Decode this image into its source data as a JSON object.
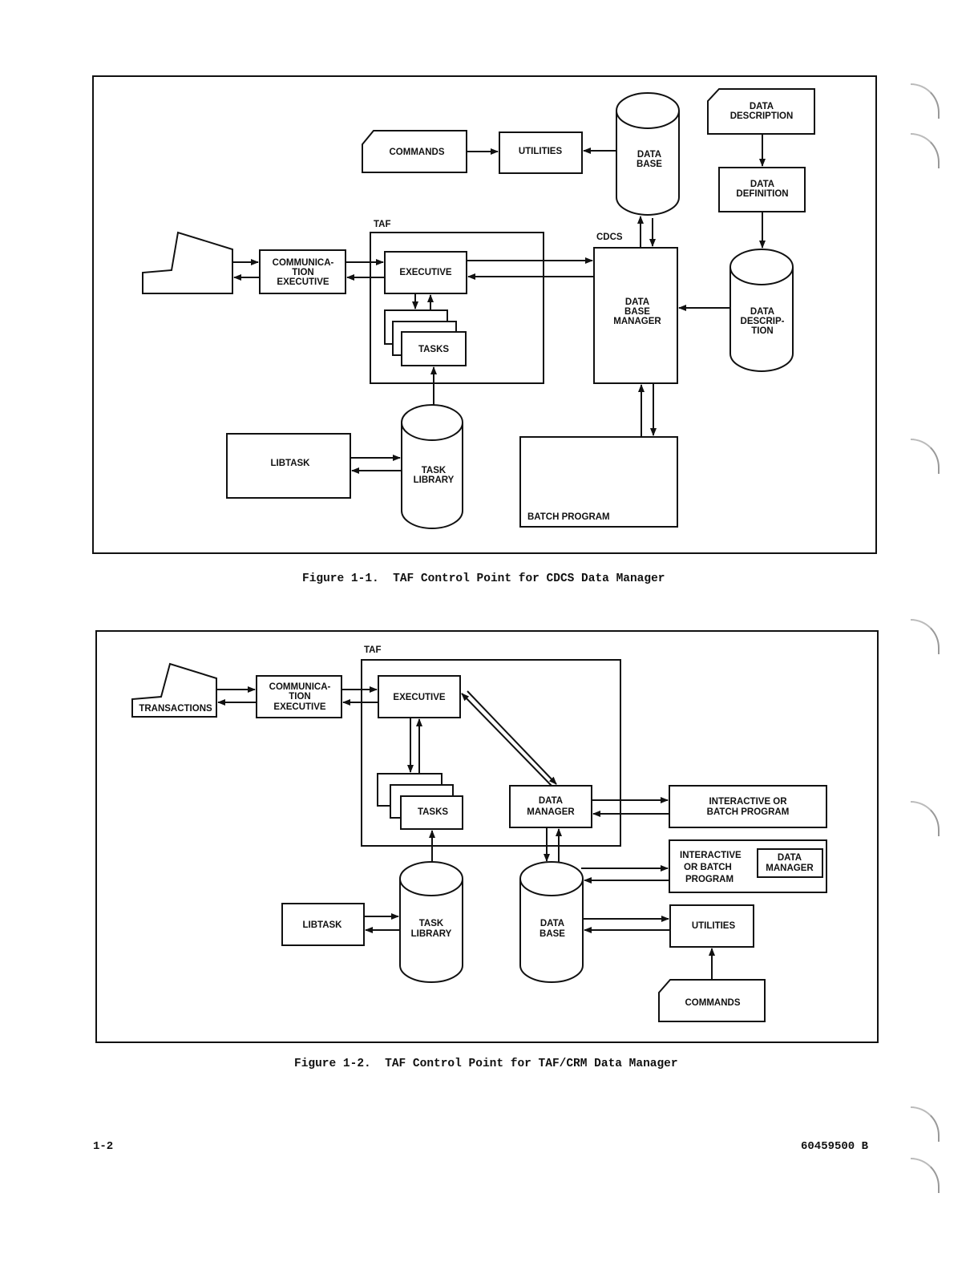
{
  "figure1": {
    "caption": "Figure 1-1.  TAF Control Point for CDCS Data Manager",
    "labels": {
      "commands": "COMMANDS",
      "utilities": "UTILITIES",
      "data_base": [
        "DATA",
        "BASE"
      ],
      "data_description_card": [
        "DATA",
        "DESCRIPTION"
      ],
      "data_definition": [
        "DATA",
        "DEFINITION"
      ],
      "taf": "TAF",
      "cdcs": "CDCS",
      "communication_executive": [
        "COMMUNICA-",
        "TION",
        "EXECUTIVE"
      ],
      "executive": "EXECUTIVE",
      "tasks": "TASKS",
      "data_base_manager": [
        "DATA",
        "BASE",
        "MANAGER"
      ],
      "data_description_store": [
        "DATA",
        "DESCRIP-",
        "TION"
      ],
      "libtask": "LIBTASK",
      "task_library": [
        "TASK",
        "LIBRARY"
      ],
      "batch_program": "BATCH PROGRAM"
    }
  },
  "figure2": {
    "caption": "Figure 1-2.  TAF Control Point for TAF/CRM Data Manager",
    "labels": {
      "taf": "TAF",
      "transactions": "TRANSACTIONS",
      "communication_executive": [
        "COMMUNICA-",
        "TION",
        "EXECUTIVE"
      ],
      "executive": "EXECUTIVE",
      "tasks": "TASKS",
      "data_manager": [
        "DATA",
        "MANAGER"
      ],
      "interactive_batch_program_1": [
        "INTERACTIVE OR",
        "BATCH PROGRAM"
      ],
      "interactive_batch_program_2": [
        "INTERACTIVE",
        "OR BATCH",
        "PROGRAM"
      ],
      "inner_data_manager": [
        "DATA",
        "MANAGER"
      ],
      "libtask": "LIBTASK",
      "task_library": [
        "TASK",
        "LIBRARY"
      ],
      "data_base": [
        "DATA",
        "BASE"
      ],
      "utilities": "UTILITIES",
      "commands": "COMMANDS"
    }
  },
  "footer": {
    "page_number": "1-2",
    "doc_number": "60459500 B"
  }
}
